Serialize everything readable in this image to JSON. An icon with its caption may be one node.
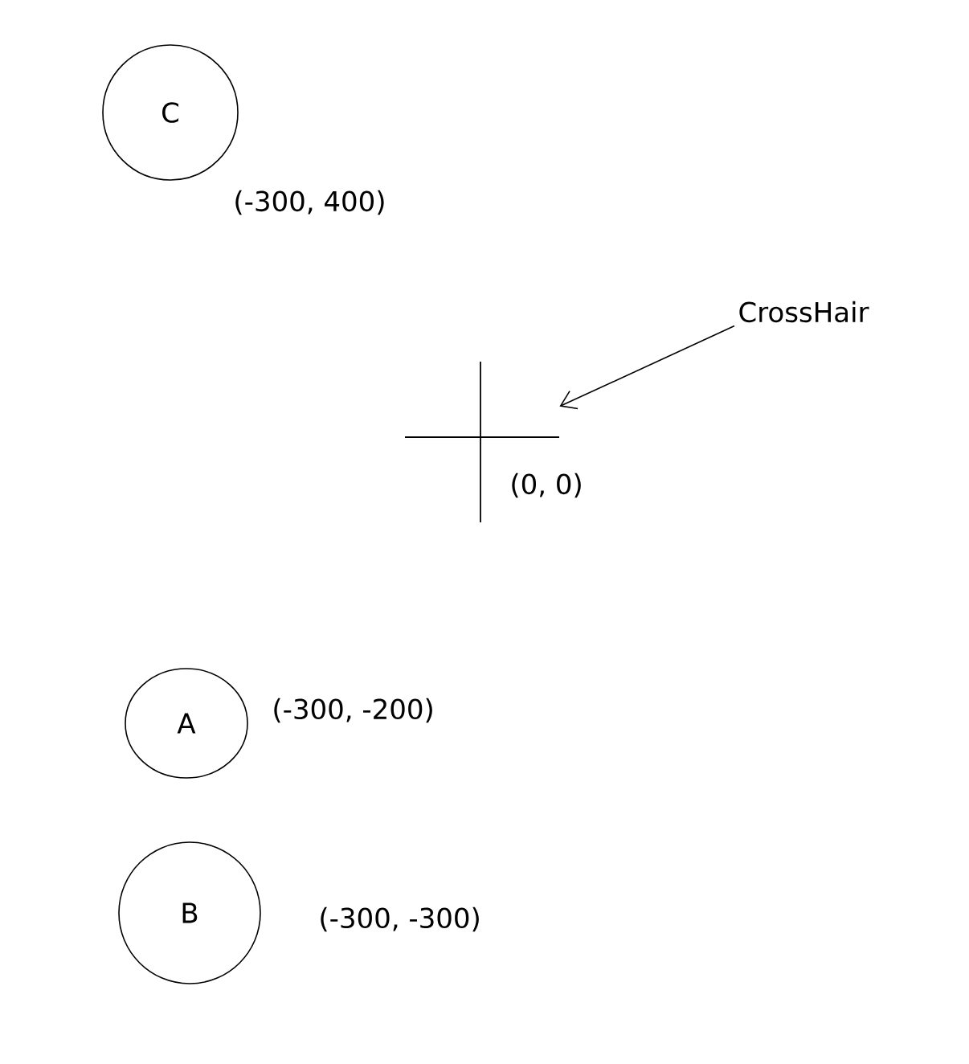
{
  "diagram": {
    "nodes": [
      {
        "text": [
          "C"
        ],
        "beside": [
          "(-300, 400)"
        ]
      },
      {
        "text": [
          "CrossHair"
        ]
      },
      {
        "text": [],
        "shape": "picture"
      },
      {
        "text": [
          "A"
        ],
        "beside": [
          "(-300, -200)"
        ]
      },
      {
        "text": [
          "B"
        ],
        "beside": [
          "(-300, -300)"
        ]
      }
    ],
    "edges": [
      {
        "from": 1,
        "to": 2,
        "arrow": "to"
      }
    ],
    "labels": [
      "(0, 0)"
    ]
  }
}
